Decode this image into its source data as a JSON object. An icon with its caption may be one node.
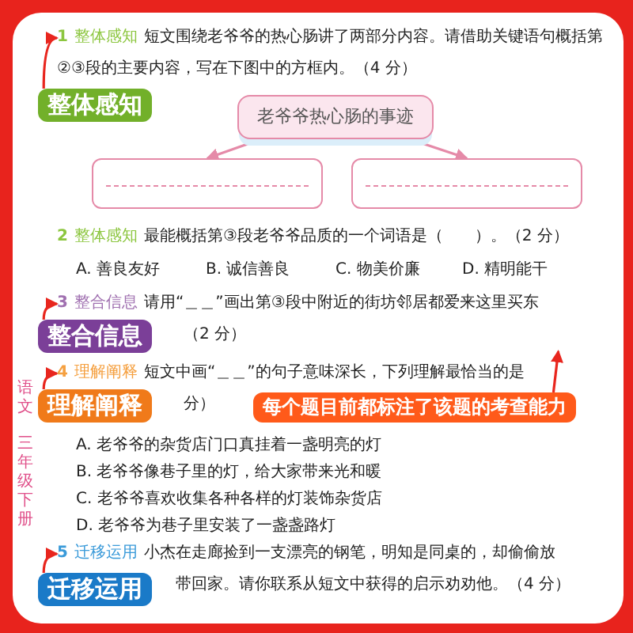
{
  "diagram": {
    "nodes": [
      {
        "text": [
          "1",
          "整体感知",
          "短文围绕老爷爷的热心肠讲了两部分内容。请借助关键语句概括第②③段的主要内容，写在下图中的方框内。（4 分）"
        ]
      },
      {
        "text": [
          "整体感知"
        ]
      },
      {
        "text": [
          "老爷爷热心肠的事迹"
        ]
      },
      {
        "text": [],
        "shape": "box"
      },
      {
        "text": [],
        "shape": "box"
      },
      {
        "text": [
          "2",
          "整体感知",
          "最能概括第③段老爷爷品质的一个词语是（　　）。（2 分）"
        ]
      },
      {
        "text": [
          "3",
          "整合信息",
          "请用“＿＿”画出第③段中附近的街坊邻居都爱来这里买东",
          "（2 分）"
        ]
      },
      {
        "text": [
          "整合信息"
        ]
      },
      {
        "text": [
          "4",
          "理解阐释",
          "短文中画“＿＿”的句子意味深长，下列理解最恰当的是",
          "分）"
        ]
      },
      {
        "text": [
          "理解阐释"
        ]
      },
      {
        "text": [
          "每个题目前都标注了该题的考查能力"
        ]
      },
      {
        "text": [
          "5",
          "迁移运用",
          "小杰在走廊捡到一支漂亮的钢笔，明知是同桌的，却偷偷放",
          "带回家。请你联系从短文中获得的启示劝劝他。（4 分）"
        ]
      },
      {
        "text": [
          "迁移运用"
        ]
      }
    ],
    "edges": [
      {
        "from": 1,
        "to": 0,
        "arrow": "to"
      },
      {
        "from": 2,
        "to": 3,
        "arrow": "to",
        "color": "#e58aa8"
      },
      {
        "from": 2,
        "to": 4,
        "arrow": "to",
        "color": "#e58aa8"
      },
      {
        "from": 7,
        "to": 6,
        "arrow": "to"
      },
      {
        "from": 10,
        "to": 6,
        "arrow": "to"
      },
      {
        "from": 9,
        "to": 8,
        "arrow": "to"
      },
      {
        "from": 12,
        "to": 11,
        "arrow": "to"
      }
    ],
    "labels": [
      "语文",
      "三年级下册",
      "A. 善良友好",
      "B. 诚信善良",
      "C. 物美价廉",
      "D. 精明能干",
      "A. 老爷爷的杂货店门口真挂着一盏明亮的灯",
      "B. 老爷爷像巷子里的灯，给大家带来光和暖",
      "C. 老爷爷喜欢收集各种各样的灯装饰杂货店",
      "D. 老爷爷为巷子里安装了一盏盏路灯"
    ]
  }
}
